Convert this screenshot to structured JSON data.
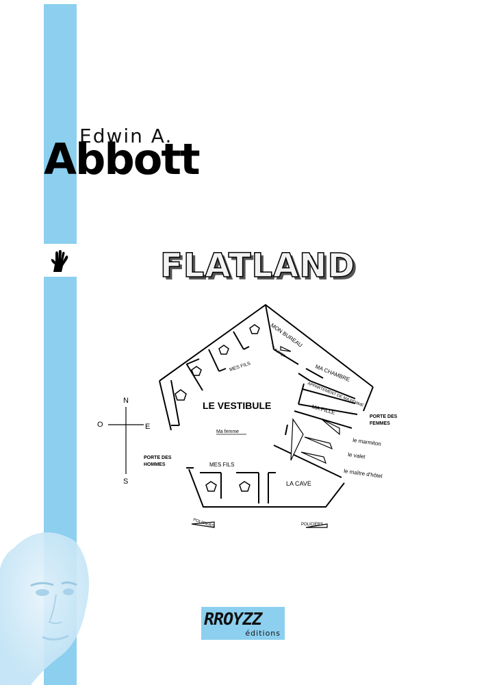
{
  "cover": {
    "author_first": "Edwin A.",
    "author_last": "Abbott",
    "title": "FLATLAND",
    "publisher_main": "RROYZZ",
    "publisher_sub": "éditions"
  },
  "floor_plan": {
    "rooms": {
      "vestibule": "LE VESTIBULE",
      "bureau": "MON BUREAU",
      "page": "Le page",
      "chambre": "MA CHAMBRE",
      "appartement": "APPARTEMENT DE MA FEMME",
      "fille": "MA FILLE",
      "fils_top": "MES FILS",
      "fils_bottom": "MES FILS",
      "ma_femme": "Ma femme",
      "cave": "LA CAVE"
    },
    "doors": {
      "women_line1": "PORTE DES",
      "women_line2": "FEMMES",
      "men_line1": "PORTE DES",
      "men_line2": "HOMMES"
    },
    "staff": {
      "marmiton": "le marmiton",
      "valet": "le valet",
      "maitre": "le maître d'hôtel"
    },
    "police_left": "POLICIERS",
    "police_right": "POLICIERS",
    "compass": {
      "north": "N",
      "south": "S",
      "east": "E",
      "west": "O"
    }
  },
  "colors": {
    "band": "#8ccfee",
    "ink": "#000000"
  }
}
